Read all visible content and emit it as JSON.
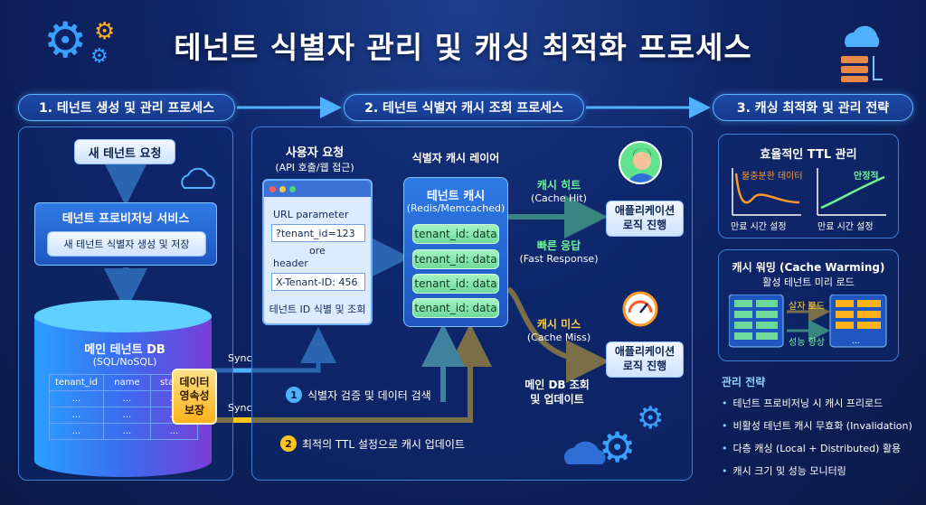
{
  "title": "테넌트 식별자 관리 및 캐싱 최적화 프로세스",
  "sections": {
    "s1": "1. 테넌트 생성 및 관리 프로세스",
    "s2": "2. 테넌트 식별자 캐시 조회 프로세스",
    "s3": "3. 캐싱 최적화 및 관리 전략"
  },
  "p1": {
    "request": "새 테넌트 요청",
    "provision_title": "테넌트 프로비저닝 서비스",
    "provision_sub": "새 테넌트 식별자 생성 및 저장",
    "db_title": "메인 테넌트 DB",
    "db_sub": "(SQL/NoSQL)",
    "table_headers": [
      "tenant_id",
      "name",
      "status"
    ],
    "table_rows": [
      [
        "...",
        "...",
        "..."
      ],
      [
        "...",
        "...",
        "..."
      ],
      [
        "...",
        "...",
        "..."
      ]
    ],
    "consistency": [
      "데이터",
      "영속성",
      "보장"
    ],
    "sync1": "Sync",
    "sync2": "Sync"
  },
  "p2": {
    "user_req": "사용자 요청",
    "user_req_sub": "(API 호출/웹 접근)",
    "url_param": "URL parameter",
    "url_value": "?tenant_id=123",
    "or": "ore",
    "header": "header",
    "header_value": "X-Tenant-ID: 456",
    "identify": "테넌트 ID 식별 및 조회",
    "cache_layer": "식별자 캐시 레이어",
    "cache_title": "테넌트 캐시",
    "cache_sub": "(Redis/Memcached)",
    "cache_items": [
      "tenant_id: data",
      "tenant_id: data",
      "tenant_id: data",
      "tenant_id: data"
    ],
    "hit": "캐시 히트",
    "hit_sub": "(Cache Hit)",
    "fast": "빠른 응답",
    "fast_sub": "(Fast Response)",
    "app1": "애플리케이션 로직 진행",
    "miss": "캐시 미스",
    "miss_sub": "(Cache Miss)",
    "app2": "애플리케이션 로직 진행",
    "db_update": "메인 DB 조회 및 업데이트",
    "step1_num": "1",
    "step1": "식별자 검증 및 데이터 검색",
    "step2_num": "2",
    "step2": "최적의 TTL 설정으로 캐시 업데이트"
  },
  "p3": {
    "ttl_title": "효율적인 TTL 관리",
    "ttl_left_label": "불충분한 데이터",
    "ttl_left_axis": "만료 시간 설정",
    "ttl_right_label": "안정적",
    "ttl_right_axis": "만료 시간 설정",
    "warm_title": "캐시 워밍 (Cache Warming)",
    "warm_sub": "활성 테넌트 미리 로드",
    "warm_load": "살자 로드",
    "warm_perf": "성능 향상",
    "strategy_title": "관리 전략",
    "strategies": [
      "테넌트 프로비저닝 시 캐시 프리로드",
      "비활성 테넌트 캐시 무효화 (Invalidation)",
      "다층 캐싱 (Local + Distributed) 활용",
      "캐시 크기 및 성능 모니터링"
    ]
  },
  "colors": {
    "accent": "#5fb6ff",
    "green": "#6df59a",
    "yellow": "#ffd23b",
    "bg": "#0f2466"
  }
}
